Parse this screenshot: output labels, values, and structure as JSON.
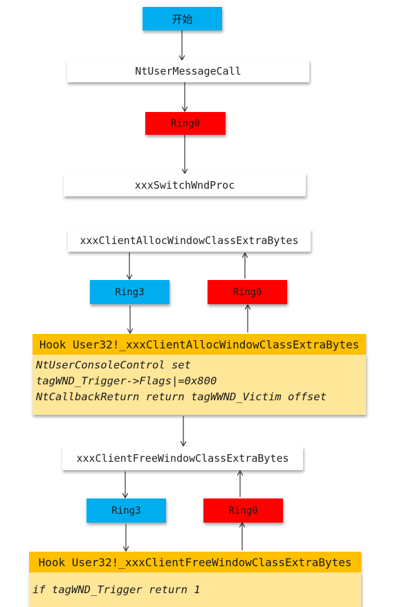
{
  "flow": {
    "start": "开始",
    "ntuser_message_call": "NtUserMessageCall",
    "ring0_first": "Ring0",
    "switch_wnd_proc": "xxxSwitchWndProc",
    "client_alloc": "xxxClientAllocWindowClassExtraBytes",
    "alloc_ring3": "Ring3",
    "alloc_ring0": "Ring0",
    "hook_alloc": {
      "title": "Hook User32!_xxxClientAllocWindowClassExtraBytes",
      "lines": [
        "NtUserConsoleControl set",
        "tagWND_Trigger->Flags|=0x800",
        "NtCallbackReturn return tagWWND_Victim offset"
      ]
    },
    "client_free": "xxxClientFreeWindowClassExtraBytes",
    "free_ring3": "Ring3",
    "free_ring0": "Ring0",
    "hook_free": {
      "title": "Hook User32!_xxxClientFreeWindowClassExtraBytes",
      "lines": [
        "if tagWND_Trigger return 1"
      ]
    }
  },
  "colors": {
    "user_mode": "#00aeef",
    "kernel_mode": "#ff0000",
    "hook_header": "#ffc000",
    "hook_body": "#ffe699"
  }
}
